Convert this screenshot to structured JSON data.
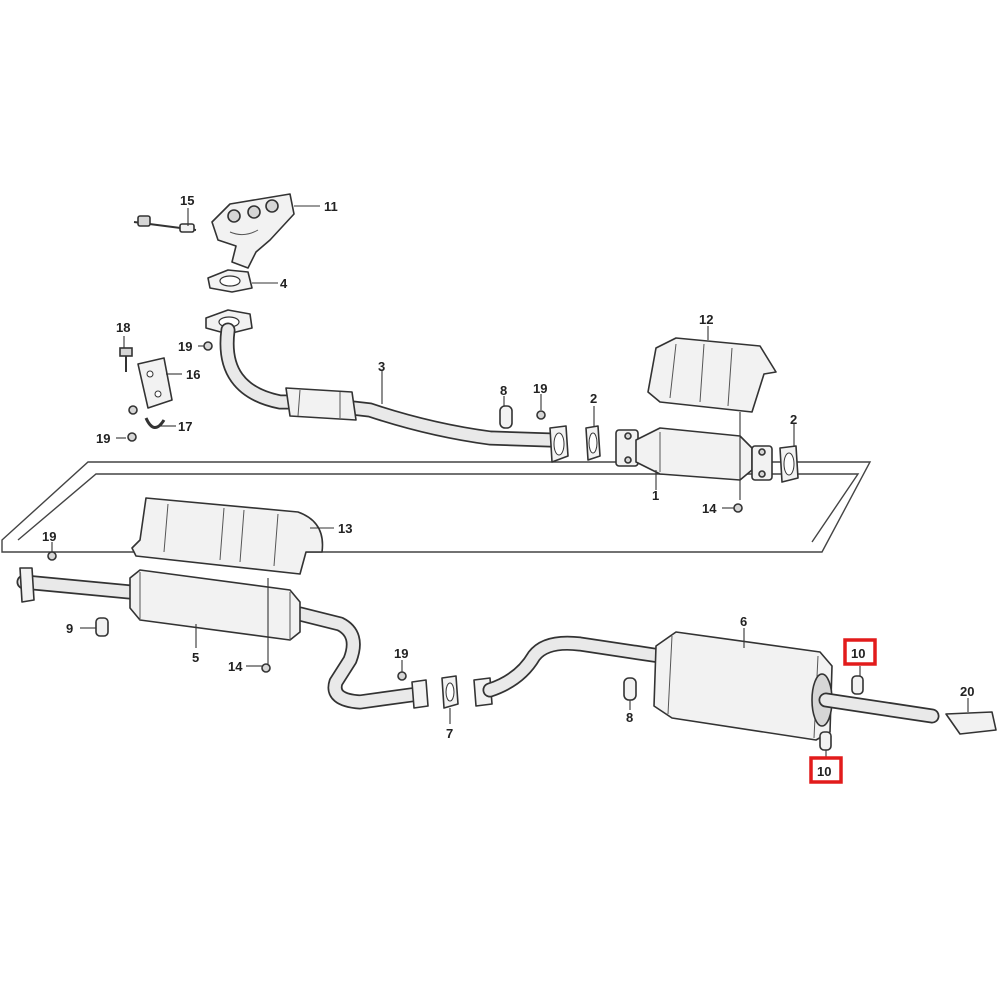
{
  "diagram": {
    "callouts": {
      "c1": "1",
      "c2a": "2",
      "c2b": "2",
      "c3": "3",
      "c4": "4",
      "c5": "5",
      "c6": "6",
      "c7": "7",
      "c8a": "8",
      "c8b": "8",
      "c9": "9",
      "c10a": "10",
      "c10b": "10",
      "c11": "11",
      "c12": "12",
      "c13": "13",
      "c14a": "14",
      "c14b": "14",
      "c15": "15",
      "c16": "16",
      "c17": "17",
      "c18": "18",
      "c19a": "19",
      "c19b": "19",
      "c19c": "19",
      "c19d": "19",
      "c19e": "19",
      "c20": "20"
    },
    "highlight_color": "#e21b1b",
    "highlighted_part": "10"
  }
}
